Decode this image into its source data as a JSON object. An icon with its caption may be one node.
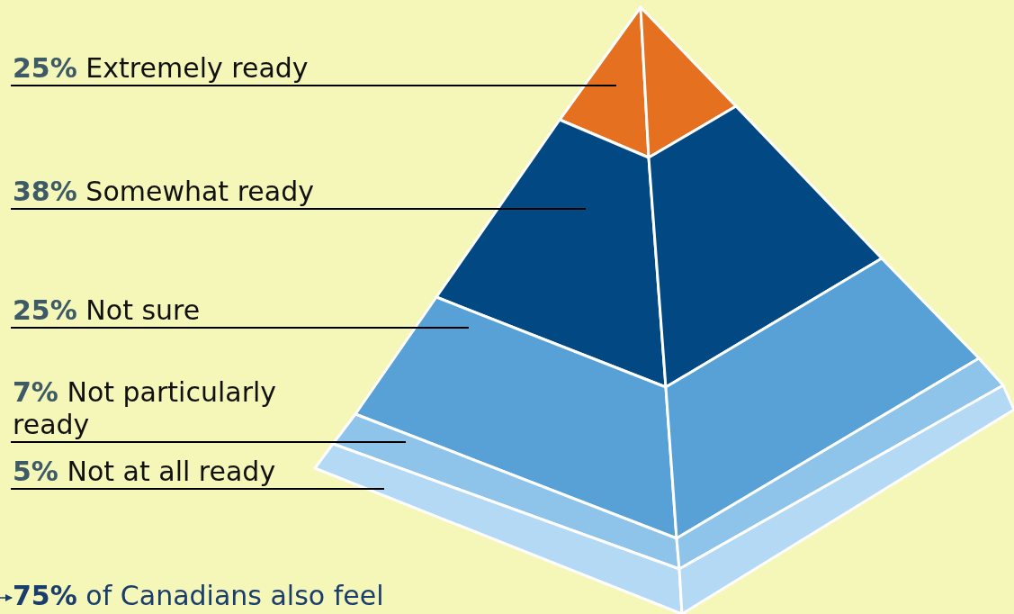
{
  "diagram": {
    "nodes": [
      {
        "text": [
          "**25%** Extremely ready"
        ]
      },
      {
        "text": [
          "**38%** Somewhat ready"
        ]
      },
      {
        "text": [
          "**25%** Not sure"
        ]
      },
      {
        "text": [
          "**7%** Not particularly ready"
        ]
      },
      {
        "text": [
          "**5%** Not at all ready"
        ]
      },
      {
        "text": [],
        "shape": "picture"
      },
      {
        "text": [],
        "shape": "picture"
      },
      {
        "text": [],
        "shape": "picture"
      },
      {
        "text": [],
        "shape": "picture"
      },
      {
        "text": [],
        "shape": "picture"
      },
      {
        "text": [
          "**75%** of Canadians also feel"
        ]
      }
    ],
    "edges": [
      {
        "from": 0,
        "to": 5,
        "arrow": "none"
      },
      {
        "from": 1,
        "to": 6,
        "arrow": "none"
      },
      {
        "from": 2,
        "to": 7,
        "arrow": "none"
      },
      {
        "from": 3,
        "to": 8,
        "arrow": "none"
      },
      {
        "from": 4,
        "to": 9,
        "arrow": "none"
      },
      {
        "from": null,
        "to": 10,
        "arrow": "to",
        "color": "#1a3d6e"
      }
    ]
  }
}
